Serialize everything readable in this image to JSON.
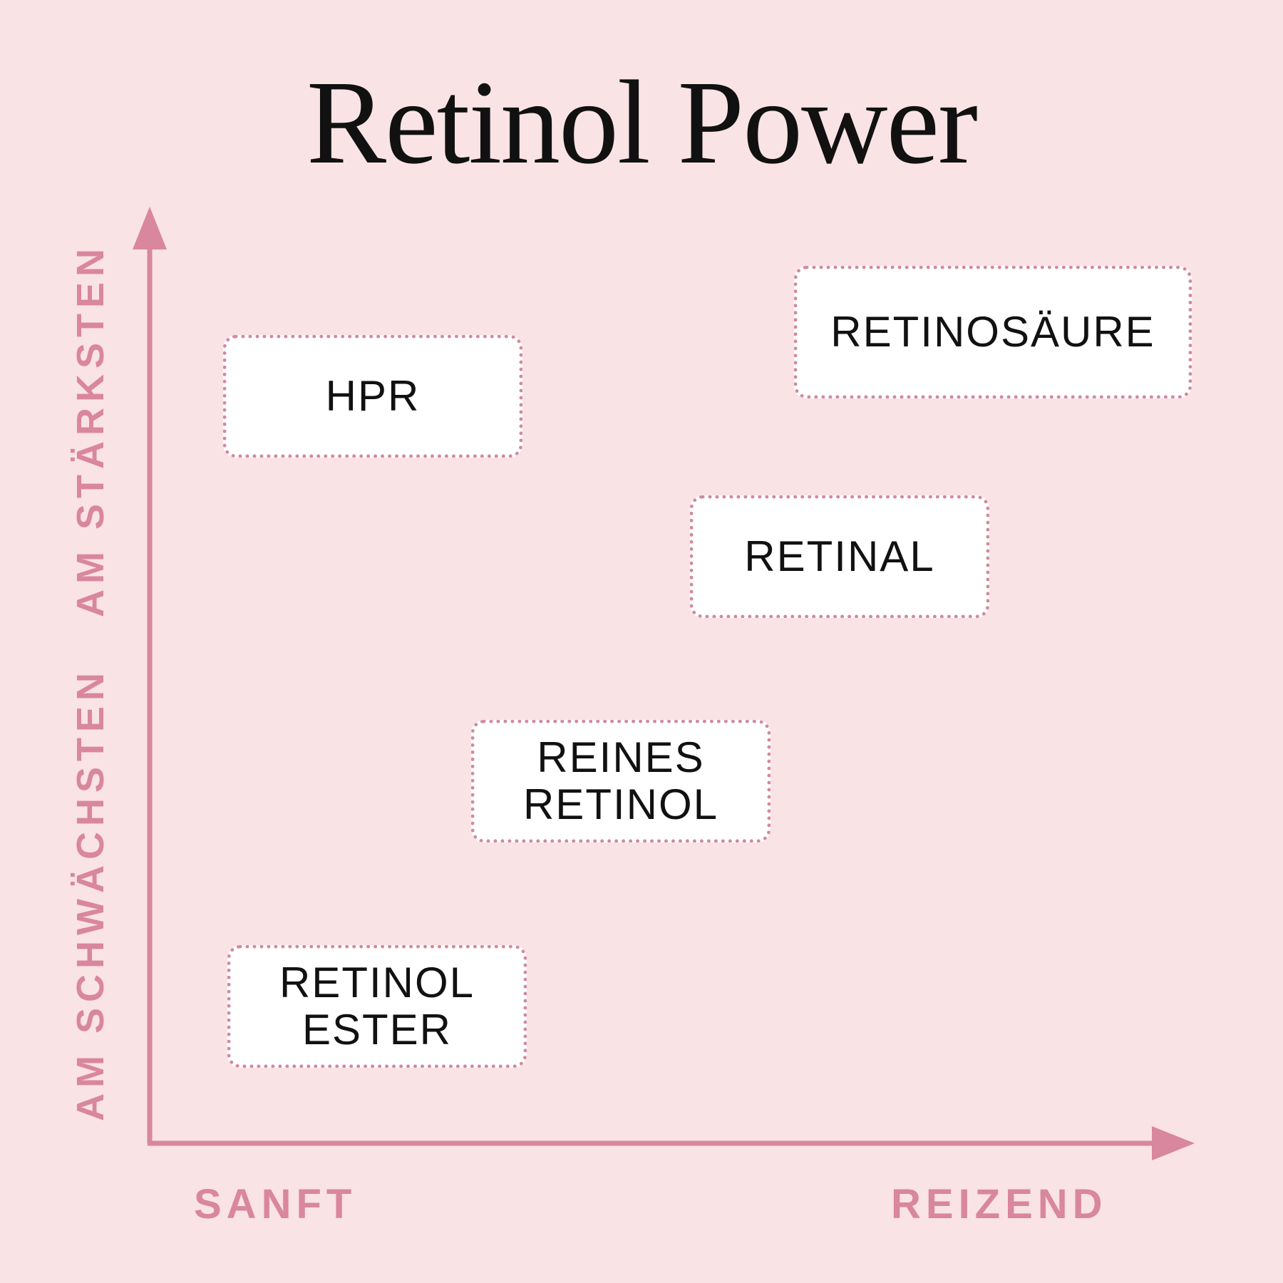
{
  "title": "Retinol Power",
  "colors": {
    "background": "#f9e3e4",
    "accent": "#d9869f",
    "box": "#ffffff"
  },
  "axes": {
    "y_low": "AM SCHWÄCHSTEN",
    "y_high": "AM STÄRKSTEN",
    "x_low": "SANFT",
    "x_high": "REIZEND"
  },
  "items": [
    {
      "label_1": "HPR"
    },
    {
      "label_1": "RETINOSÄURE"
    },
    {
      "label_1": "RETINAL"
    },
    {
      "label_1": "REINES",
      "label_2": "RETINOL"
    },
    {
      "label_1": "RETINOL",
      "label_2": "ESTER"
    }
  ]
}
